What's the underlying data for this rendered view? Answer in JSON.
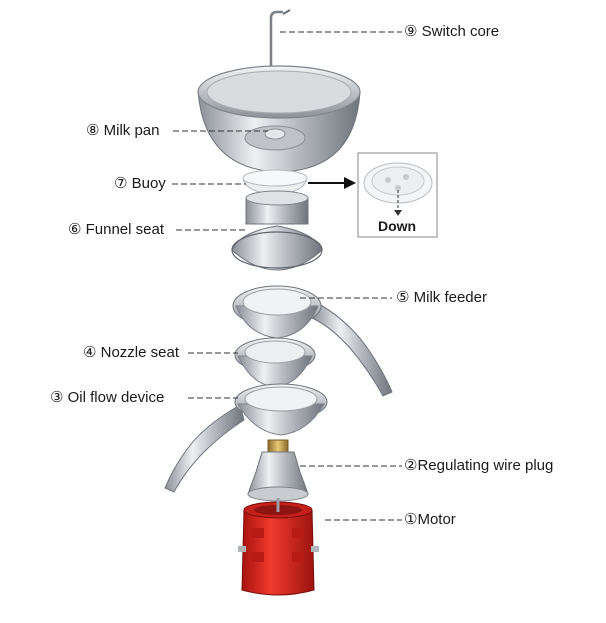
{
  "labels": {
    "switch_core": "⑨ Switch core",
    "milk_pan": "⑧ Milk pan",
    "buoy": "⑦ Buoy",
    "funnel_seat": "⑥ Funnel seat",
    "milk_feeder": "⑤ Milk feeder",
    "nozzle_seat": "④ Nozzle seat",
    "oil_flow_device": "③ Oil flow device",
    "regulating_wire_plug": "②Regulating wire plug",
    "motor": "①Motor"
  },
  "inset": {
    "caption": "Down"
  },
  "colors": {
    "steel": "#c9ccd0",
    "steel_dark": "#7d838a",
    "motor_red": "#e0201d",
    "line": "#333333"
  }
}
